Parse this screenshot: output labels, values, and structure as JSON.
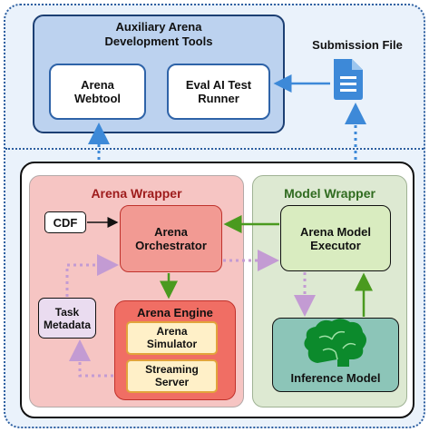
{
  "diagram": {
    "aux_tools": {
      "title_line1": "Auxiliary Arena",
      "title_line2": "Development Tools",
      "webtool_line1": "Arena",
      "webtool_line2": "Webtool",
      "eval_line1": "Eval AI Test",
      "eval_line2": "Runner"
    },
    "submission": {
      "label": "Submission File"
    },
    "arena_wrapper": {
      "title": "Arena Wrapper",
      "cdf": "CDF",
      "orchestrator_line1": "Arena",
      "orchestrator_line2": "Orchestrator",
      "task_line1": "Task",
      "task_line2": "Metadata",
      "engine_title": "Arena Engine",
      "simulator_line1": "Arena",
      "simulator_line2": "Simulator",
      "streaming_line1": "Streaming",
      "streaming_line2": "Server"
    },
    "model_wrapper": {
      "title": "Model Wrapper",
      "executor_line1": "Arena Model",
      "executor_line2": "Executor",
      "inference": "Inference Model"
    },
    "colors": {
      "outer_bg": "#eaf2fb",
      "outer_border": "#2d5fa0",
      "aux_fill": "#bcd2ef",
      "arena_fill": "#f6c5c3",
      "arena_title": "#9e1b1b",
      "model_fill": "#dde9d2",
      "model_title": "#2f6b1f",
      "orchestrator_fill": "#f29a93",
      "executor_fill": "#d9ecc0",
      "inference_fill": "#8cc5b8",
      "green_arrow": "#4a9a1f",
      "blue_arrow": "#3d89d8",
      "purple_dotted": "#c39bd3",
      "engine_fill": "#f06e64",
      "tan_fill": "#fff0c8",
      "tan_border": "#e2a43c",
      "task_fill": "#eadcf0"
    },
    "icons": {
      "file": "document-icon",
      "brain": "brain-icon"
    }
  }
}
